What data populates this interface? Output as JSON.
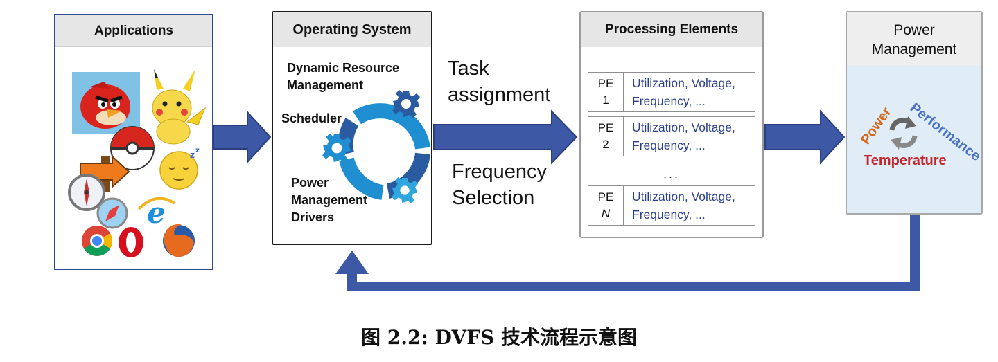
{
  "boxes": {
    "applications": {
      "title": "Applications"
    },
    "operating_system": {
      "title": "Operating System",
      "dynamic_resource_management": [
        "Dynamic Resource",
        "Management"
      ],
      "scheduler": "Scheduler",
      "power_management_drivers": [
        "Power",
        "Management",
        "Drivers"
      ]
    },
    "processing_elements": {
      "title": "Processing Elements",
      "rows": [
        {
          "id": [
            "PE",
            "1"
          ],
          "metrics": [
            "Utilization, Voltage,",
            "Frequency, ..."
          ]
        },
        {
          "id": [
            "PE",
            "2"
          ],
          "metrics": [
            "Utilization, Voltage,",
            "Frequency, ..."
          ]
        },
        {
          "id": [
            "PE",
            "N"
          ],
          "metrics": [
            "Utilization, Voltage,",
            "Frequency, ..."
          ]
        }
      ],
      "ellipsis": "..."
    },
    "power_management": {
      "title": [
        "Power",
        "Management"
      ],
      "power": "Power",
      "performance": "Performance",
      "temperature": "Temperature"
    }
  },
  "flow_labels": {
    "task_assignment": [
      "Task",
      "assignment"
    ],
    "frequency_selection": [
      "Frequency",
      "Selection"
    ]
  },
  "caption": "图 2.2: DVFS 技术流程示意图",
  "colors": {
    "arrow_fill": "#3d58a5",
    "arrow_stroke": "#2b3f80",
    "gear_blue": "#1f8fd1",
    "gear_dark": "#2a5aa0",
    "power_orange": "#d2691e",
    "performance_blue": "#4a72c4",
    "temperature_red": "#c4262e"
  },
  "app_icons": [
    "angry-bird-icon",
    "pikachu-icon",
    "pokeball-icon",
    "arrow-sign-icon",
    "sleepy-face-icon",
    "compass-icon",
    "safari-icon",
    "internet-explorer-icon",
    "chrome-icon",
    "opera-icon",
    "firefox-icon"
  ]
}
